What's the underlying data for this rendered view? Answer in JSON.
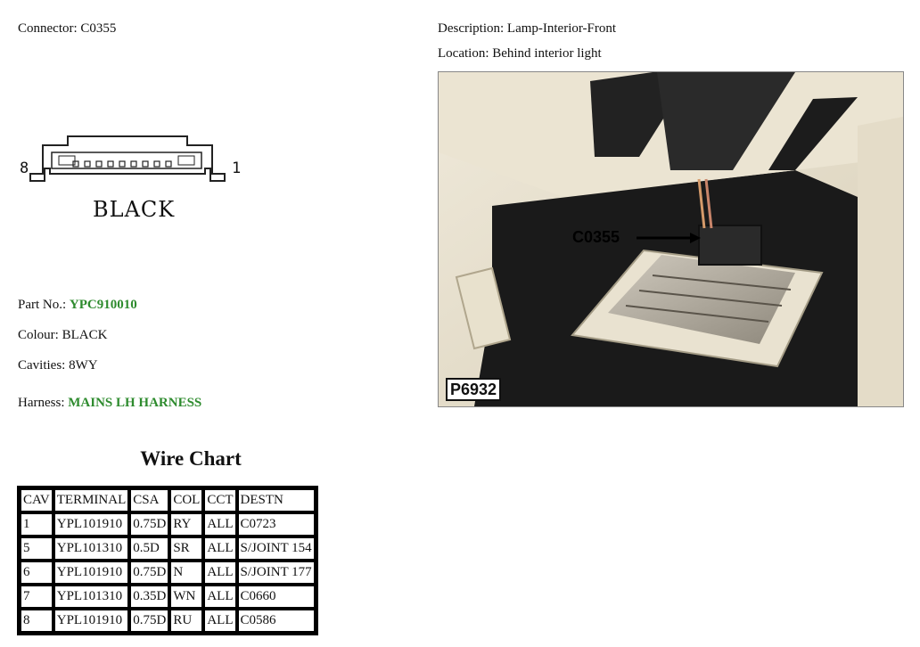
{
  "connector": {
    "label": "Connector: C0355"
  },
  "description": {
    "label": "Description: Lamp-Interior-Front"
  },
  "location": {
    "label": "Location: Behind interior light"
  },
  "diagram": {
    "pin_left": "8",
    "pin_right": "1",
    "color_label": "BLACK"
  },
  "part": {
    "label": "Part No.:",
    "value": "YPC910010"
  },
  "colour": {
    "label": "Colour: BLACK"
  },
  "cavities": {
    "label": "Cavities: 8WY"
  },
  "harness": {
    "label": "Harness:",
    "value": "MAINS LH HARNESS"
  },
  "wire_chart": {
    "title": "Wire Chart",
    "columns": [
      "CAV",
      "TERMINAL",
      "CSA",
      "COL",
      "CCT",
      "DESTN"
    ],
    "rows": [
      [
        "1",
        "YPL101910",
        "0.75D",
        "RY",
        "ALL",
        "C0723"
      ],
      [
        "5",
        "YPL101310",
        "0.5D",
        "SR",
        "ALL",
        "S/JOINT 154"
      ],
      [
        "6",
        "YPL101910",
        "0.75D",
        "N",
        "ALL",
        "S/JOINT 177"
      ],
      [
        "7",
        "YPL101310",
        "0.35D",
        "WN",
        "ALL",
        "C0660"
      ],
      [
        "8",
        "YPL101910",
        "0.75D",
        "RU",
        "ALL",
        "C0586"
      ]
    ]
  },
  "photo": {
    "callout": "C0355",
    "code": "P6932"
  },
  "colors": {
    "link_green": "#2e8b2e"
  }
}
